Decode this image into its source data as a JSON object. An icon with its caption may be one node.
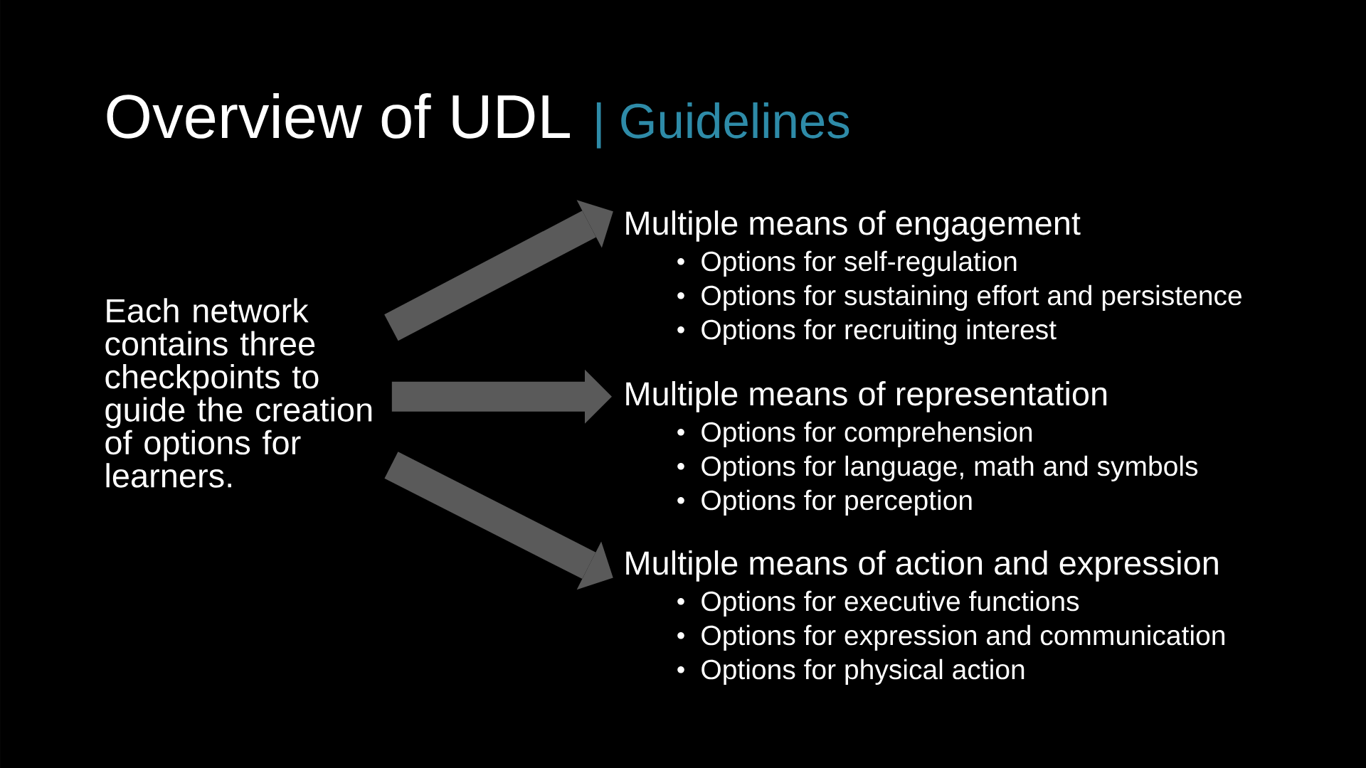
{
  "diagram": {
    "title": "Overview of UDL",
    "nodes": [
      {
        "text": [
          "Each network contains three checkpoints to guide the creation of options for learners."
        ]
      },
      {
        "text": [
          "Multiple means of engagement",
          "Options for self-regulation",
          "Options for sustaining effort and persistence",
          "Options for recruiting interest"
        ]
      },
      {
        "text": [
          "Multiple means of representation",
          "Options for comprehension",
          "Options for language, math and symbols",
          "Options for perception"
        ]
      },
      {
        "text": [
          "Multiple means of action and expression",
          "Options for executive functions",
          "Options for expression and communication",
          "Options for physical action"
        ]
      }
    ],
    "edges": [
      {
        "from": 0,
        "to": 1,
        "arrow": "to"
      },
      {
        "from": 0,
        "to": 2,
        "arrow": "to"
      },
      {
        "from": 0,
        "to": 3,
        "arrow": "to"
      }
    ],
    "labels": [
      "| Guidelines"
    ]
  }
}
